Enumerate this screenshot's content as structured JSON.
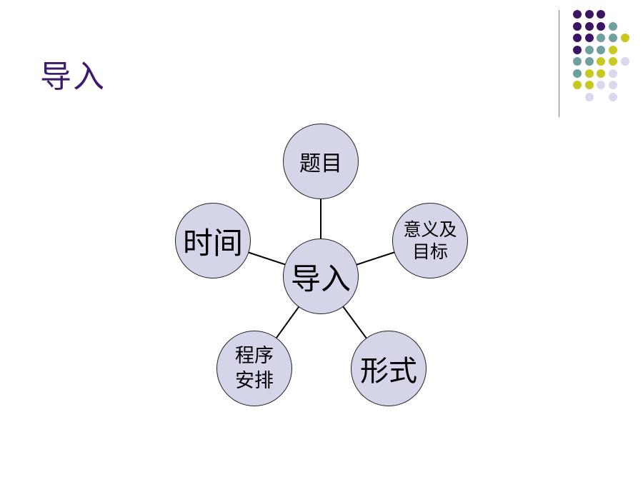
{
  "title": "导入",
  "colors": {
    "title": "#3d1a6e",
    "node_fill": "#d5d5ea",
    "node_stroke": "#222222",
    "line": "#000000",
    "dot_purple": "#3b1466",
    "dot_teal": "#6fa0a0",
    "dot_yellow": "#c8c81e",
    "dot_lavender": "#d9d9ee"
  },
  "diagram": {
    "center": "导入",
    "nodes": [
      {
        "id": "title-topic",
        "label": "题目"
      },
      {
        "id": "purpose-goals",
        "label": "意义及\n目标"
      },
      {
        "id": "form",
        "label": "形式"
      },
      {
        "id": "schedule",
        "label": "程序\n安排"
      },
      {
        "id": "time",
        "label": "时间"
      }
    ]
  }
}
